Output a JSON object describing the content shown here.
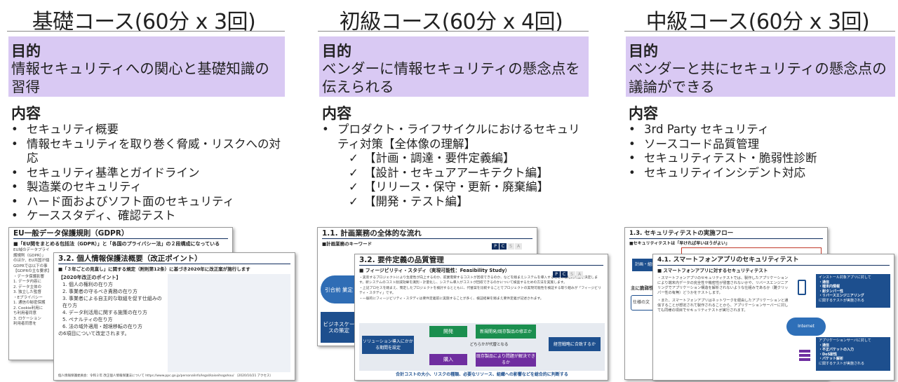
{
  "columns": [
    {
      "title": "基礎コース(60分 x 3回)",
      "purpose_heading": "目的",
      "purpose_text": "情報セキュリティへの関心と基礎知識の習得",
      "contents_heading": "内容",
      "items": [
        "セキュリティ概要",
        "情報セキュリティを取り巻く脅威・リスクへの対応",
        "セキュリティ基準とガイドライン",
        "製造業のセキュリティ",
        "ハード面およびソフト面のセキュリティ",
        "ケーススタディ、確認テスト"
      ]
    },
    {
      "title": "初級コース(60分 x 4回)",
      "purpose_heading": "目的",
      "purpose_text": "ベンダーに情報セキュリティの懸念点を伝えられる",
      "contents_heading": "内容",
      "items": [
        "プロダクト・ライフサイクルにおけるセキュリティ対策【全体像の理解】"
      ],
      "subitems": [
        "【計画・調達・要件定義編】",
        "【設計・セキュアアーキテクト編】",
        "【リリース・保守・更新・廃棄編】",
        "【開発・テスト編】"
      ]
    },
    {
      "title": "中級コース(60分 x 3回)",
      "purpose_heading": "目的",
      "purpose_text": "ベンダーと共にセキュリティの懸念点の議論ができる",
      "contents_heading": "内容",
      "items": [
        "3rd Party セキュリティ",
        "ソースコード品質管理",
        "セキュリティテスト・脆弱性診断",
        "セキュリティインシデント対応"
      ]
    }
  ],
  "thumbnails": {
    "gdpr": {
      "title": "EU一般データ保護規則（GDPR）",
      "lead": "■「EU関をまとめる包括法（GDPR）」と「各国のプライバシー法」の２段構成になっている",
      "lines": [
        "EU域のデータプライ",
        "護規則（GDPR）」",
        "のほか、EU共国が個",
        "GDPRでは以下の事",
        "【GDPRの主な要求】",
        "・データ保護影響",
        "1. データ内容に",
        "2. データ主体の",
        "3. 独立した監督",
        "・Eプライバシー",
        "1. 通信の秘密保護",
        "2. Cookie利用に",
        "ち利用者同意",
        "3. ロケーション",
        "利用者同意を"
      ]
    },
    "privacy": {
      "title": "3.2. 個人情報保護法概要（改正ポイント）",
      "lead": "■「３年ごとの見直し」に関する規定（附則第12条）に基づき2020年に改正案が施行します",
      "box_title": "【2020年改正のポイント】",
      "points": [
        "1. 個人の権利の在り方",
        "2. 事業者の守るべき責務の在り方",
        "3. 事業者による自主的な取組を促す仕組みの在り方",
        "4. データ利活用に関する施策の在り方",
        "5. ペナルティの在り方",
        "6. 法の域外適用・越境移転の在り方"
      ],
      "points_note": "の6項目について改定されます。",
      "footer": "個人情報保護委員会：令和２年 改正個人情報保護法について https://www.ppc.go.jp/personalinfo/legal/kaiseihogohou/ （2020/10/21 アクセス）"
    },
    "planning": {
      "title": "1.1. 計画業務の全体的な流れ",
      "lead": "■計画業務のキーワード",
      "left1": "引合前 業定",
      "left2": "ビジネスケースの策定"
    },
    "requirements": {
      "title": "3.2. 要件定義の品質管理",
      "lead": "■ フィージビリティ・スタディ（実現可能性：Feasibility Study）",
      "badge": [
        "P",
        "C",
        "S",
        "A"
      ],
      "bullets": [
        "・実装するプロジェクトにより生産性が向上するのか、前業需要するコストが回収できるのか、などを踏まえシステムを導入することの戦略的利益を決定します。新システムのコスト削減効果を識別・計量化し、システム導入がコストが回収できるのかについて検査するための方法を実施します。",
        "・上記プロセスを踏まえ、策定したプロジェクトを検討するとともに、代替案を比較することでプロジェクトの実現可能性を検証する取り組みが「フィージビリティ・スタディ」です。",
        "・一般的にフィージビリティ・スタディは要件定義前に実施することが多く、検証結果を踏まえ要件定義が記述されます。"
      ],
      "flow_start": "ソリューション導入にかかる期間を設定",
      "flow_dev": "開発",
      "flow_new": "新規開発/既存製品の修正か",
      "flow_question": "どちらかが代替となる",
      "flow_buy": "購入",
      "flow_existing": "既存製品により問題が解決できるか",
      "flow_end": "経営戦略に合致するか",
      "footer": "合計コストの大小、リスクの種類、必要なリソース、組織への影響などを総合的に判断する"
    },
    "testflow": {
      "title": "1.3. セキュリティテストの実施フロー",
      "lead": "■セキュリティテストは「早ければ早いほうがよい」",
      "tab": "計画・組織",
      "side": "主に脆弱性",
      "side_box": "仕様の文"
    },
    "smartphone": {
      "title": "4.1. スマートフォンアプリのセキュリティテスト",
      "lead": "■ スマートフォンアプリに対するセキュリティテスト",
      "bullets": [
        "・スマートフォンアプリのセキュリティテストでは、製作したアプリケーションにより端末内データの完全性や機密性が侵害されないかや、リバースエンジニアリングでアプリケーション構造を解析されないような仕組みであるか（難クリッパー性の有無）どうかをテストします。",
        "・また、スマートフォンアプリはネットワークを経由したアプリケーションと通信することが想定されて製作されることから、アプリケーションサーバーに対しても同様の項目でセキュリティテストが実行されます。"
      ],
      "install_title": "インストール対象アプリに対して",
      "install_items": [
        "・通信",
        "・端末内情報",
        "・耐タンパー性",
        "・リバースエンジニアリング"
      ],
      "install_note": "に関するテストが実施される",
      "internet": "Internet",
      "server_title": "アプリケーションサーバに対して",
      "server_items": [
        "・通信",
        "・不正パケットの入力",
        "・DoS耐性",
        "・パケット解析"
      ],
      "server_note": "に関するテストが実施される"
    }
  },
  "colors": {
    "purpose_bg": "#d9c9f3",
    "navy": "#0f2d5e",
    "green": "#1b8f4f",
    "purple": "#6f2ea0"
  }
}
